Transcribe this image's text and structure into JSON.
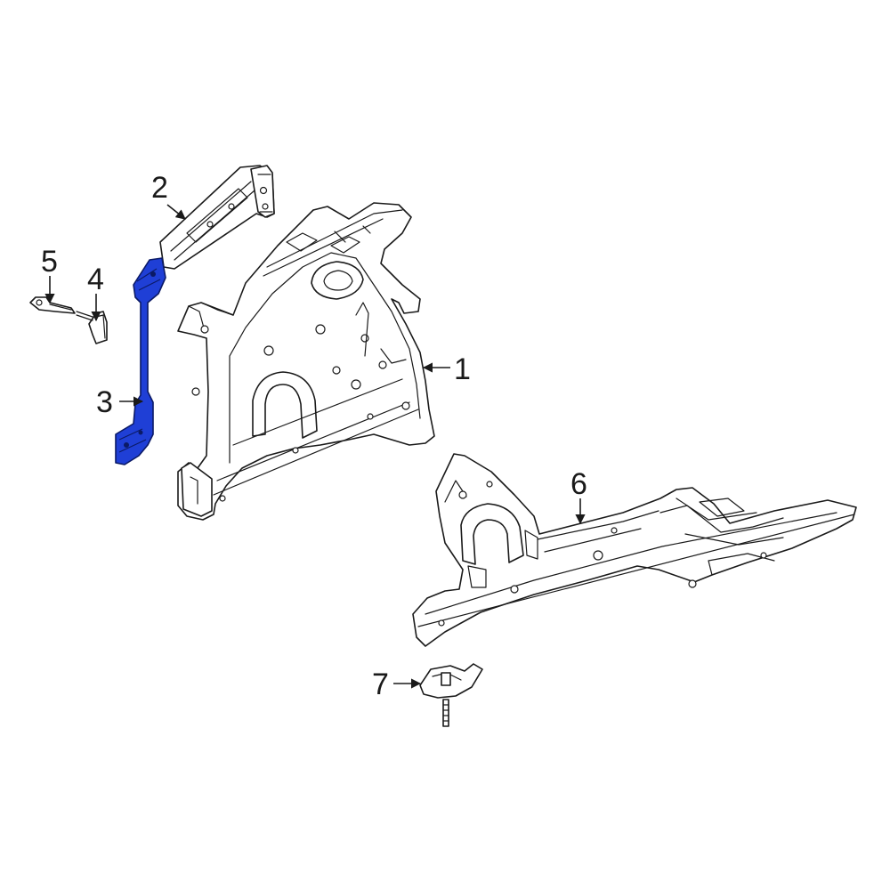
{
  "callouts": [
    {
      "id": "1",
      "label": "1"
    },
    {
      "id": "2",
      "label": "2"
    },
    {
      "id": "3",
      "label": "3"
    },
    {
      "id": "4",
      "label": "4"
    },
    {
      "id": "5",
      "label": "5"
    },
    {
      "id": "6",
      "label": "6"
    },
    {
      "id": "7",
      "label": "7"
    }
  ],
  "highlight": {
    "part": "3",
    "color": "#1f3fd6"
  },
  "line_color": "#1a1a1a",
  "background": "#ffffff"
}
